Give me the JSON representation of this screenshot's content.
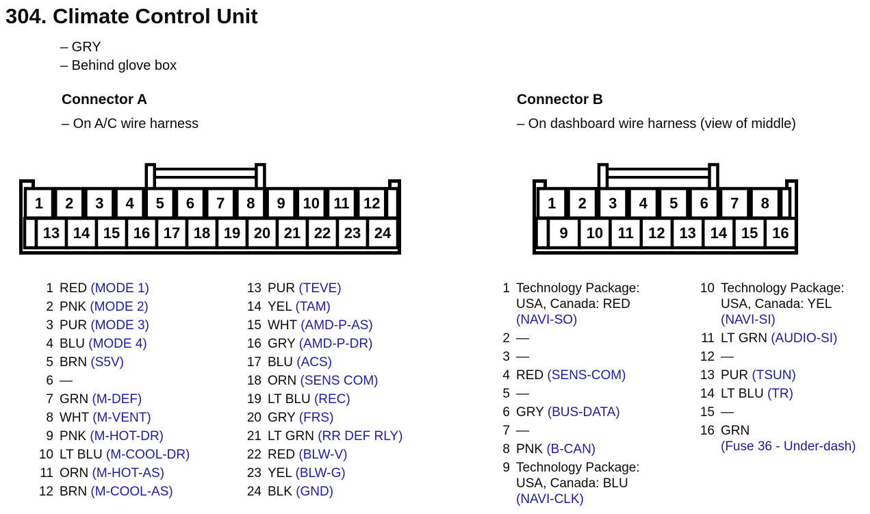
{
  "page": {
    "title": "304. Climate Control Unit",
    "notes": [
      "– GRY",
      "– Behind glove box"
    ]
  },
  "colors": {
    "signal_blue": "#1e1ca6",
    "diagram_stroke": "#000000",
    "text_black": "#0a0a0a"
  },
  "connector_a": {
    "title": "Connector A",
    "subtitle": "– On A/C wire harness",
    "top_pins": [
      "1",
      "2",
      "3",
      "4",
      "5",
      "6",
      "7",
      "8",
      "9",
      "10",
      "11",
      "12"
    ],
    "bottom_pins": [
      "13",
      "14",
      "15",
      "16",
      "17",
      "18",
      "19",
      "20",
      "21",
      "22",
      "23",
      "24"
    ],
    "pin_list": {
      "col1": [
        {
          "n": "1",
          "lines": [
            [
              [
                "RED ",
                "k"
              ],
              [
                "(MODE 1)",
                "b"
              ]
            ]
          ]
        },
        {
          "n": "2",
          "lines": [
            [
              [
                "PNK ",
                "k"
              ],
              [
                "(MODE 2)",
                "b"
              ]
            ]
          ]
        },
        {
          "n": "3",
          "lines": [
            [
              [
                "PUR ",
                "k"
              ],
              [
                "(MODE 3)",
                "b"
              ]
            ]
          ]
        },
        {
          "n": "4",
          "lines": [
            [
              [
                "BLU ",
                "k"
              ],
              [
                "(MODE 4)",
                "b"
              ]
            ]
          ]
        },
        {
          "n": "5",
          "lines": [
            [
              [
                "BRN ",
                "k"
              ],
              [
                "(S5V)",
                "b"
              ]
            ]
          ]
        },
        {
          "n": "6",
          "lines": [
            [
              [
                "—",
                "k"
              ]
            ]
          ]
        },
        {
          "n": "7",
          "lines": [
            [
              [
                "GRN ",
                "k"
              ],
              [
                "(M-DEF)",
                "b"
              ]
            ]
          ]
        },
        {
          "n": "8",
          "lines": [
            [
              [
                "WHT ",
                "k"
              ],
              [
                "(M-VENT)",
                "b"
              ]
            ]
          ]
        },
        {
          "n": "9",
          "lines": [
            [
              [
                "PNK ",
                "k"
              ],
              [
                "(M-HOT-DR)",
                "b"
              ]
            ]
          ]
        },
        {
          "n": "10",
          "lines": [
            [
              [
                "LT BLU ",
                "k"
              ],
              [
                "(M-COOL-DR)",
                "b"
              ]
            ]
          ]
        },
        {
          "n": "11",
          "lines": [
            [
              [
                "ORN ",
                "k"
              ],
              [
                "(M-HOT-AS)",
                "b"
              ]
            ]
          ]
        },
        {
          "n": "12",
          "lines": [
            [
              [
                "BRN ",
                "k"
              ],
              [
                "(M-COOL-AS)",
                "b"
              ]
            ]
          ]
        }
      ],
      "col2": [
        {
          "n": "13",
          "lines": [
            [
              [
                "PUR ",
                "k"
              ],
              [
                "(TEVE)",
                "b"
              ]
            ]
          ]
        },
        {
          "n": "14",
          "lines": [
            [
              [
                "YEL ",
                "k"
              ],
              [
                "(TAM)",
                "b"
              ]
            ]
          ]
        },
        {
          "n": "15",
          "lines": [
            [
              [
                "WHT ",
                "k"
              ],
              [
                "(AMD-P-AS)",
                "b"
              ]
            ]
          ]
        },
        {
          "n": "16",
          "lines": [
            [
              [
                "GRY ",
                "k"
              ],
              [
                "(AMD-P-DR)",
                "b"
              ]
            ]
          ]
        },
        {
          "n": "17",
          "lines": [
            [
              [
                "BLU ",
                "k"
              ],
              [
                "(ACS)",
                "b"
              ]
            ]
          ]
        },
        {
          "n": "18",
          "lines": [
            [
              [
                "ORN ",
                "k"
              ],
              [
                "(SENS COM)",
                "b"
              ]
            ]
          ]
        },
        {
          "n": "19",
          "lines": [
            [
              [
                "LT BLU ",
                "k"
              ],
              [
                "(REC)",
                "b"
              ]
            ]
          ]
        },
        {
          "n": "20",
          "lines": [
            [
              [
                "GRY ",
                "k"
              ],
              [
                "(FRS)",
                "b"
              ]
            ]
          ]
        },
        {
          "n": "21",
          "lines": [
            [
              [
                "LT GRN ",
                "k"
              ],
              [
                "(RR DEF RLY)",
                "b"
              ]
            ]
          ]
        },
        {
          "n": "22",
          "lines": [
            [
              [
                "RED ",
                "k"
              ],
              [
                "(BLW-V)",
                "b"
              ]
            ]
          ]
        },
        {
          "n": "23",
          "lines": [
            [
              [
                "YEL ",
                "k"
              ],
              [
                "(BLW-G)",
                "b"
              ]
            ]
          ]
        },
        {
          "n": "24",
          "lines": [
            [
              [
                "BLK ",
                "k"
              ],
              [
                "(GND)",
                "b"
              ]
            ]
          ]
        }
      ]
    }
  },
  "connector_b": {
    "title": "Connector B",
    "subtitle": "– On dashboard wire harness (view of middle)",
    "top_pins": [
      "1",
      "2",
      "3",
      "4",
      "5",
      "6",
      "7",
      "8"
    ],
    "bottom_pins": [
      "9",
      "10",
      "11",
      "12",
      "13",
      "14",
      "15",
      "16"
    ],
    "pin_list": {
      "col1": [
        {
          "n": "1",
          "lines": [
            [
              [
                "Technology Package:",
                "k"
              ]
            ],
            [
              [
                "USA, Canada: RED",
                "k"
              ]
            ],
            [
              [
                "(NAVI-SO)",
                "b"
              ]
            ]
          ]
        },
        {
          "n": "2",
          "lines": [
            [
              [
                "—",
                "k"
              ]
            ]
          ]
        },
        {
          "n": "3",
          "lines": [
            [
              [
                "—",
                "k"
              ]
            ]
          ]
        },
        {
          "n": "4",
          "lines": [
            [
              [
                "RED ",
                "k"
              ],
              [
                "(SENS-COM)",
                "b"
              ]
            ]
          ]
        },
        {
          "n": "5",
          "lines": [
            [
              [
                "—",
                "k"
              ]
            ]
          ]
        },
        {
          "n": "6",
          "lines": [
            [
              [
                "GRY ",
                "k"
              ],
              [
                "(BUS-DATA)",
                "b"
              ]
            ]
          ]
        },
        {
          "n": "7",
          "lines": [
            [
              [
                "—",
                "k"
              ]
            ]
          ]
        },
        {
          "n": "8",
          "lines": [
            [
              [
                "PNK ",
                "k"
              ],
              [
                "(B-CAN)",
                "b"
              ]
            ]
          ]
        },
        {
          "n": "9",
          "lines": [
            [
              [
                "Technology Package:",
                "k"
              ]
            ],
            [
              [
                "USA, Canada: BLU",
                "k"
              ]
            ],
            [
              [
                "(NAVI-CLK)",
                "b"
              ]
            ]
          ]
        }
      ],
      "col2": [
        {
          "n": "10",
          "lines": [
            [
              [
                "Technology Package:",
                "k"
              ]
            ],
            [
              [
                "USA, Canada: YEL",
                "k"
              ]
            ],
            [
              [
                "(NAVI-SI)",
                "b"
              ]
            ]
          ]
        },
        {
          "n": "11",
          "lines": [
            [
              [
                "LT GRN ",
                "k"
              ],
              [
                "(AUDIO-SI)",
                "b"
              ]
            ]
          ]
        },
        {
          "n": "12",
          "lines": [
            [
              [
                "—",
                "k"
              ]
            ]
          ]
        },
        {
          "n": "13",
          "lines": [
            [
              [
                "PUR ",
                "k"
              ],
              [
                "(TSUN)",
                "b"
              ]
            ]
          ]
        },
        {
          "n": "14",
          "lines": [
            [
              [
                "LT BLU ",
                "k"
              ],
              [
                "(TR)",
                "b"
              ]
            ]
          ]
        },
        {
          "n": "15",
          "lines": [
            [
              [
                "—",
                "k"
              ]
            ]
          ]
        },
        {
          "n": "16",
          "lines": [
            [
              [
                "GRN",
                "k"
              ]
            ],
            [
              [
                "(Fuse 36 - Under-dash)",
                "b"
              ]
            ]
          ]
        }
      ]
    }
  }
}
